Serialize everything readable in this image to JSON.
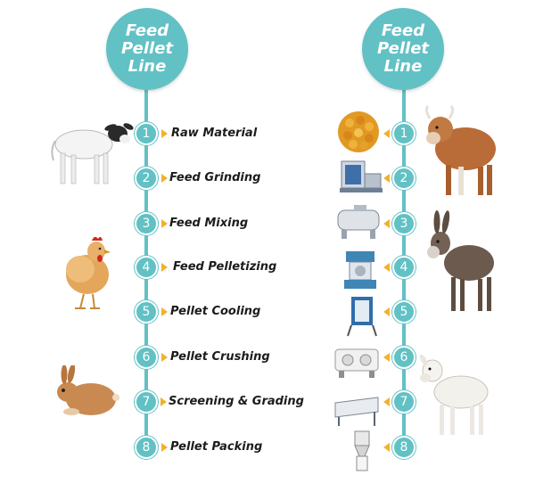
{
  "left_panel": {
    "title": [
      "Feed",
      "Pellet",
      "Line"
    ],
    "steps": [
      {
        "n": "1",
        "label": "Raw Material"
      },
      {
        "n": "2",
        "label": "Feed Grinding"
      },
      {
        "n": "3",
        "label": "Feed Mixing"
      },
      {
        "n": "4",
        "label": "Feed Pelletizing"
      },
      {
        "n": "5",
        "label": "Pellet Cooling"
      },
      {
        "n": "6",
        "label": "Pellet Crushing"
      },
      {
        "n": "7",
        "label": "Screening & Grading"
      },
      {
        "n": "8",
        "label": "Pellet Packing"
      }
    ]
  },
  "right_panel": {
    "title": [
      "Feed",
      "Pellet",
      "Line"
    ],
    "steps": [
      {
        "n": "1"
      },
      {
        "n": "2"
      },
      {
        "n": "3"
      },
      {
        "n": "4"
      },
      {
        "n": "5"
      },
      {
        "n": "6"
      },
      {
        "n": "7"
      },
      {
        "n": "8"
      }
    ]
  },
  "colors": {
    "accent": "#62c1c4",
    "arrow": "#f2b12b"
  }
}
